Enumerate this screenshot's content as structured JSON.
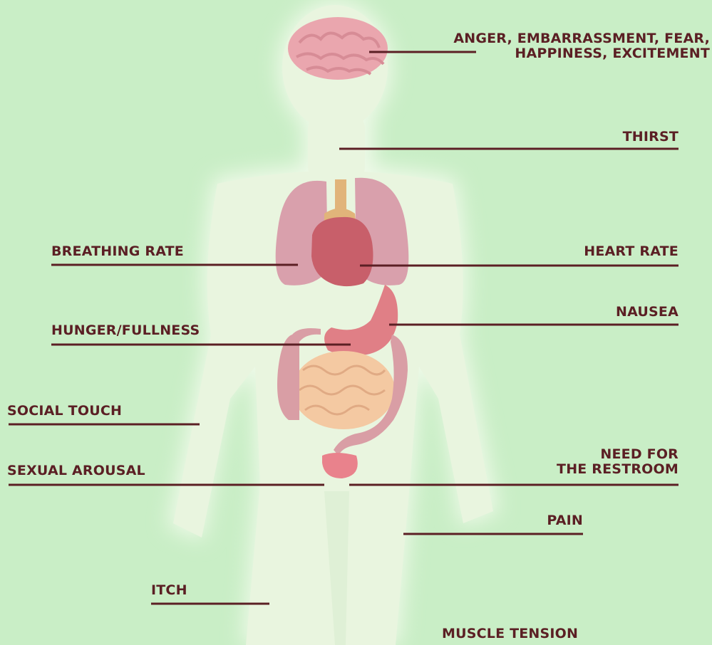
{
  "labels": {
    "emotions_line1": "ANGER, EMBARRASSMENT, FEAR,",
    "emotions_line2": "HAPPINESS, EXCITEMENT",
    "thirst": "THIRST",
    "breathing_rate": "BREATHING RATE",
    "heart_rate": "HEART RATE",
    "nausea": "NAUSEA",
    "hunger_fullness": "HUNGER/FULLNESS",
    "social_touch": "SOCIAL TOUCH",
    "sexual_arousal": "SEXUAL AROUSAL",
    "restroom_line1": "NEED FOR",
    "restroom_line2": "THE RESTROOM",
    "pain": "PAIN",
    "itch": "ITCH",
    "muscle_tension": "MUSCLE TENSION"
  },
  "colors": {
    "background": "#c9eec6",
    "body": "#e9f5df",
    "label_text": "#5b1f24",
    "brain": "#eaa6ae",
    "lungs": "#d9a0ac",
    "heart": "#c85f6a",
    "stomach": "#e07f86",
    "intestine_small": "#f4c9a2",
    "intestine_large": "#d99ea5",
    "bladder": "#e9828c",
    "aorta": "#e1b47a"
  }
}
